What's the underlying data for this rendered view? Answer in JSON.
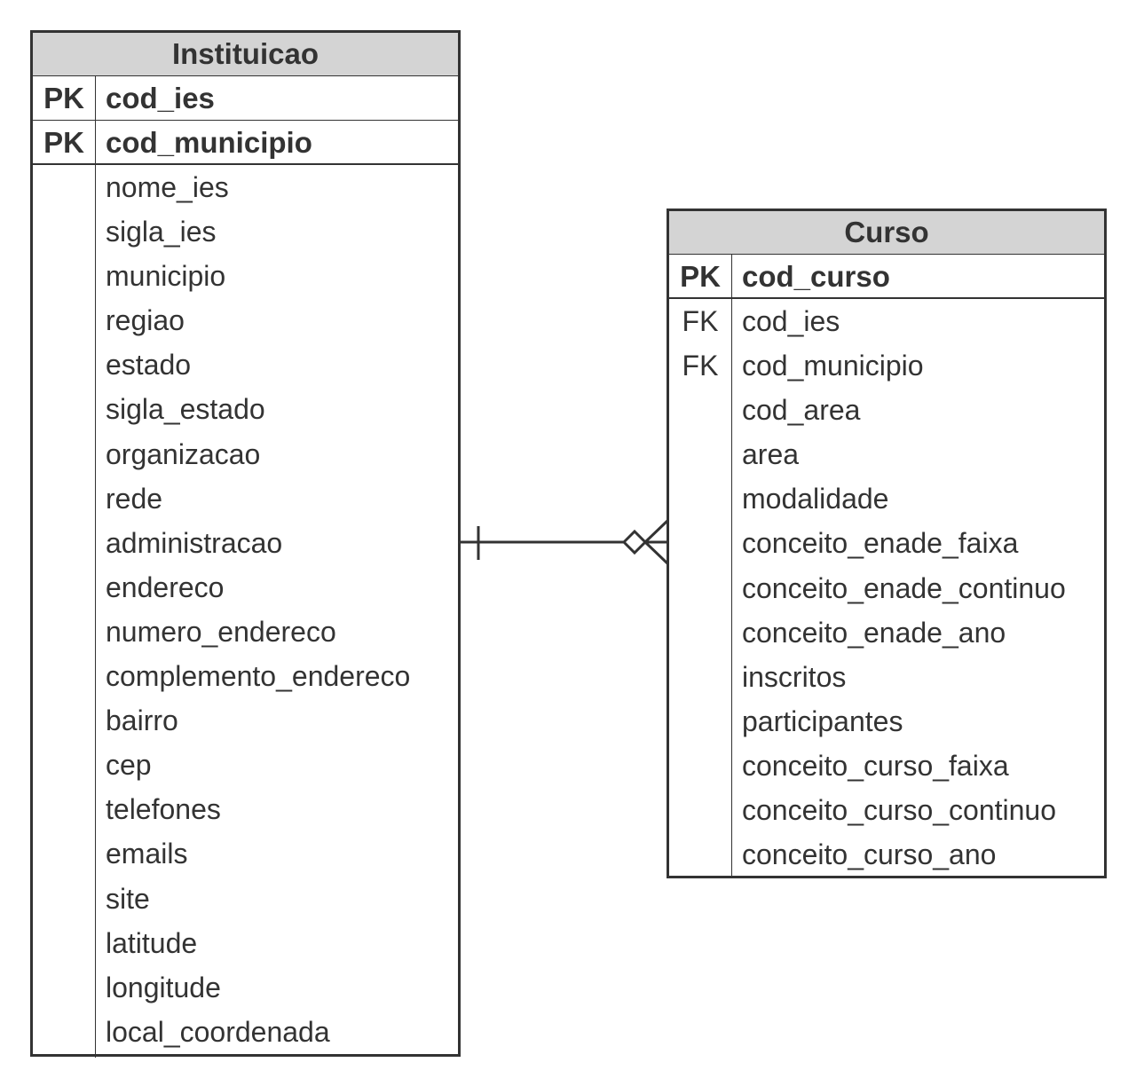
{
  "instituicao": {
    "title": "Instituicao",
    "pk_rows": [
      {
        "key": "PK",
        "name": "cod_ies"
      },
      {
        "key": "PK",
        "name": "cod_municipio"
      }
    ],
    "attributes": [
      "nome_ies",
      "sigla_ies",
      "municipio",
      "regiao",
      "estado",
      "sigla_estado",
      "organizacao",
      "rede",
      "administracao",
      "endereco",
      "numero_endereco",
      "complemento_endereco",
      "bairro",
      "cep",
      "telefones",
      "emails",
      "site",
      "latitude",
      "longitude",
      "local_coordenada"
    ]
  },
  "curso": {
    "title": "Curso",
    "pk_rows": [
      {
        "key": "PK",
        "name": "cod_curso"
      }
    ],
    "attributes": [
      {
        "key": "FK",
        "name": "cod_ies"
      },
      {
        "key": "FK",
        "name": "cod_municipio"
      },
      {
        "key": "",
        "name": "cod_area"
      },
      {
        "key": "",
        "name": "area"
      },
      {
        "key": "",
        "name": "modalidade"
      },
      {
        "key": "",
        "name": "conceito_enade_faixa"
      },
      {
        "key": "",
        "name": "conceito_enade_continuo"
      },
      {
        "key": "",
        "name": "conceito_enade_ano"
      },
      {
        "key": "",
        "name": "inscritos"
      },
      {
        "key": "",
        "name": "participantes"
      },
      {
        "key": "",
        "name": "conceito_curso_faixa"
      },
      {
        "key": "",
        "name": "conceito_curso_continuo"
      },
      {
        "key": "",
        "name": "conceito_curso_ano"
      }
    ]
  },
  "relationship": {
    "from": "Instituicao",
    "to": "Curso",
    "from_cardinality": "one",
    "to_cardinality": "zero-or-many"
  },
  "colors": {
    "line": "#333333",
    "header_bg": "#d4d4d4",
    "background": "#ffffff"
  }
}
